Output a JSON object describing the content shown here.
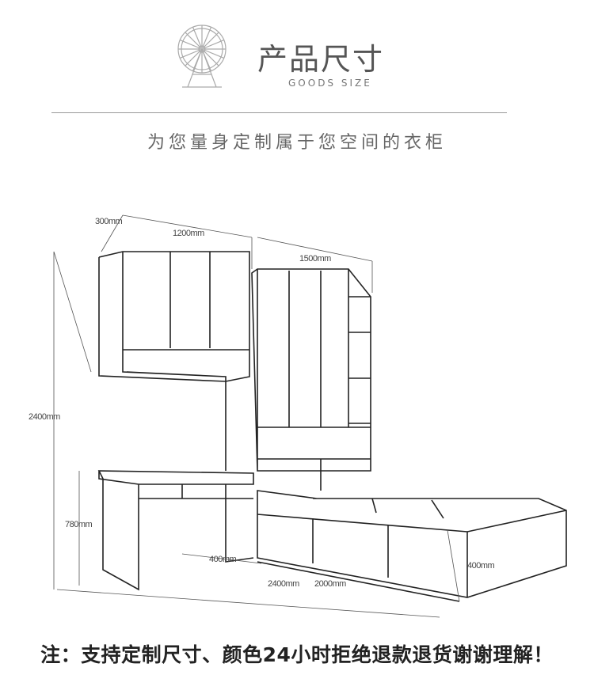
{
  "header": {
    "title": "产品尺寸",
    "subtitle_en": "GOODS SIZE",
    "logo_icon": "ferris-wheel-icon"
  },
  "tagline": "为您量身定制属于您空间的衣柜",
  "dimensions": {
    "depth_top": "300mm",
    "width_upper": "1200mm",
    "width_wardrobe": "1500mm",
    "height_total": "2400mm",
    "height_desk": "780mm",
    "depth_bed": "400mm",
    "length_total": "2400mm",
    "length_bed": "2000mm",
    "height_bed": "400mm"
  },
  "footer_note": "注：支持定制尺寸、颜色24小时拒绝退款退货谢谢理解！"
}
